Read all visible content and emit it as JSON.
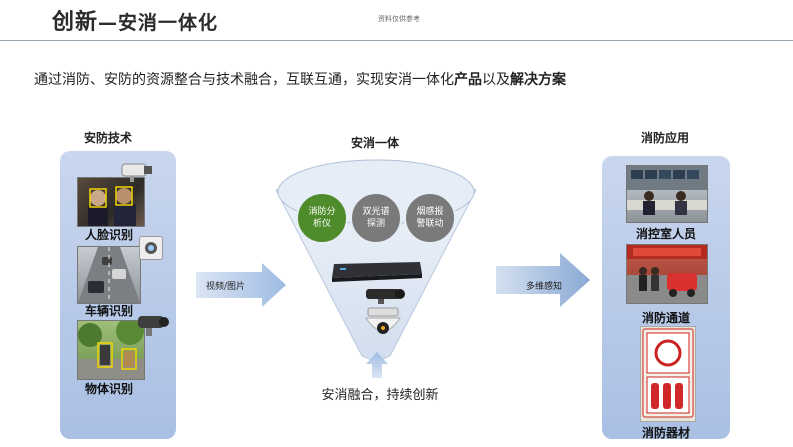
{
  "header": {
    "title_main": "创新",
    "title_dash": "—",
    "title_sub": "安消一体化",
    "watermark": "资料仅供参考"
  },
  "subtitle": {
    "plain": "通过消防、安防的资源整合与技术融合，互联互通，实现安消一体化",
    "bold1": "产品",
    "mid": "以及",
    "bold2": "解决方案"
  },
  "left": {
    "heading": "安防技术",
    "items": [
      {
        "label": "人脸识别",
        "icon": "face-camera"
      },
      {
        "label": "车辆识别",
        "icon": "traffic-camera"
      },
      {
        "label": "物体识别",
        "icon": "dome-camera"
      }
    ]
  },
  "arrow_left_label": "视频/图片",
  "center": {
    "heading": "安消一体",
    "circles": [
      {
        "label": "消防分析仪",
        "color": "#4e8c2b"
      },
      {
        "label": "双光谱探测",
        "color": "#7a7a7a"
      },
      {
        "label": "烟感报警联动",
        "color": "#7a7a7a"
      }
    ],
    "caption": "安消融合，持续创新"
  },
  "arrow_right_label": "多维感知",
  "right": {
    "heading": "消防应用",
    "items": [
      {
        "label": "消控室人员"
      },
      {
        "label": "消防通道"
      },
      {
        "label": "消防器材"
      }
    ]
  },
  "colors": {
    "panel": "#b4c7e7",
    "arrow": "#a8c4e6",
    "funnel": "#dce6f2",
    "accent_green": "#4e8c2b"
  }
}
